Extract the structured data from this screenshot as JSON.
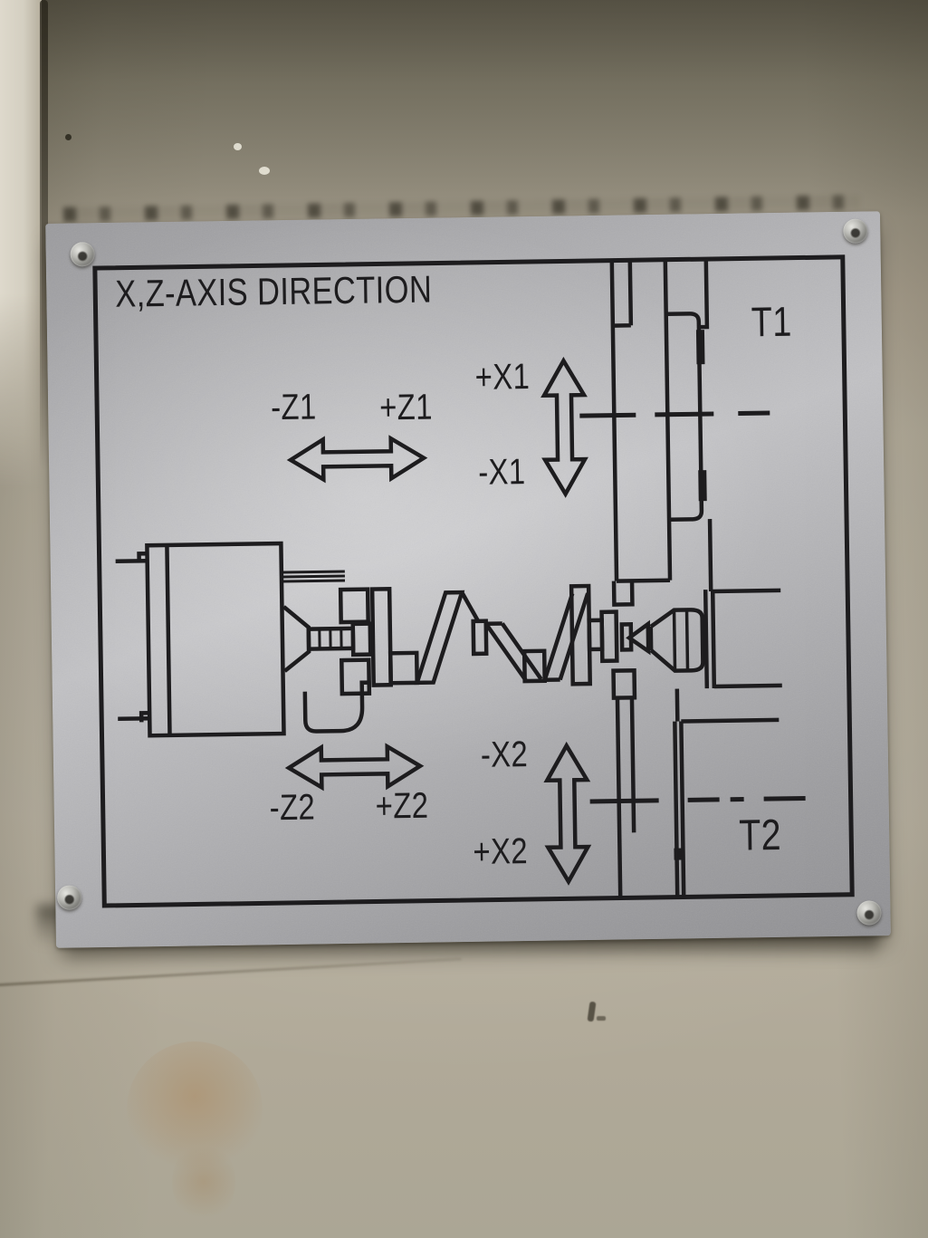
{
  "plate": {
    "title": "X,Z-AXIS DIRECTION",
    "stations": {
      "t1": "T1",
      "t2": "T2"
    },
    "axes": {
      "x1_pos": "+X1",
      "x1_neg": "-X1",
      "z1_pos": "+Z1",
      "z1_neg": "-Z1",
      "x2_pos": "+X2",
      "x2_neg": "-X2",
      "z2_pos": "+Z2",
      "z2_neg": "-Z2"
    },
    "colors": {
      "engraving": "#1d1c1e",
      "plate_metal": "#b0b0b3",
      "wall": "#b2ab9a",
      "wall_top_shade": "#57523f"
    }
  }
}
